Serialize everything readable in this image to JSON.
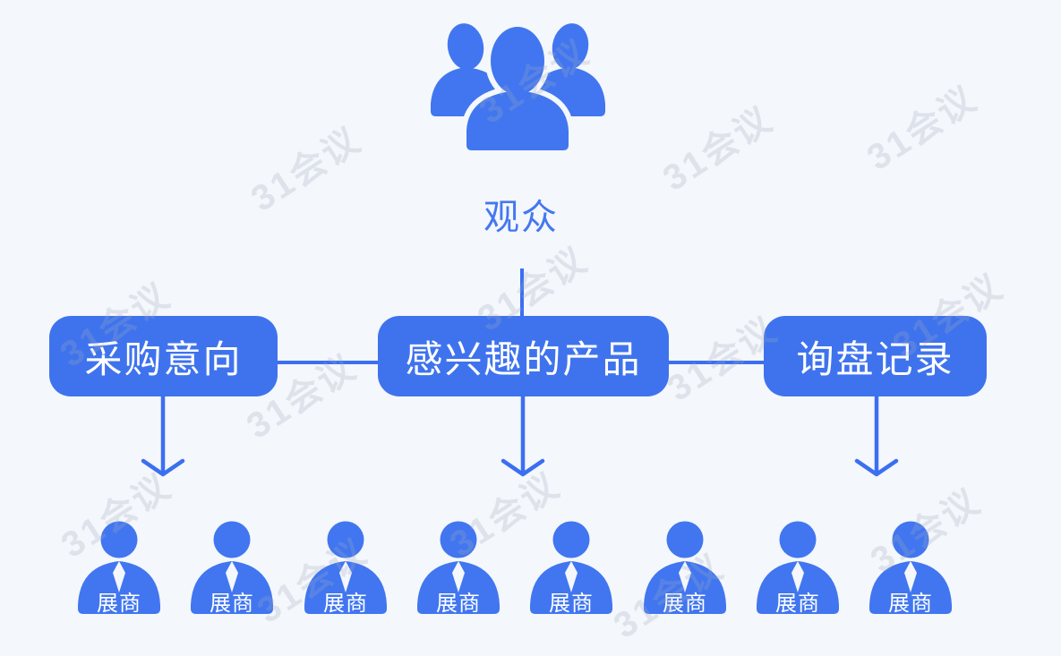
{
  "page": {
    "background_color": "#f4f7fb",
    "type": "flow-diagram"
  },
  "colors": {
    "primary_blue": "#3f73ee",
    "icon_blue": "#4176f0",
    "root_label_blue": "#4477f0",
    "connector_blue": "#3b6ff2",
    "node_text": "#ffffff",
    "watermark_gray": "rgba(160,170,190,0.26)"
  },
  "watermark": {
    "text": "31会议"
  },
  "diagram": {
    "root": {
      "label": "观众",
      "icon": "audience-group-icon"
    },
    "branches": [
      {
        "label": "采购意向"
      },
      {
        "label": "感兴趣的产品"
      },
      {
        "label": "询盘记录"
      }
    ],
    "leaves": {
      "icon": "exhibitor-person-icon",
      "count": 8,
      "items": [
        "展商",
        "展商",
        "展商",
        "展商",
        "展商",
        "展商",
        "展商",
        "展商"
      ]
    }
  }
}
